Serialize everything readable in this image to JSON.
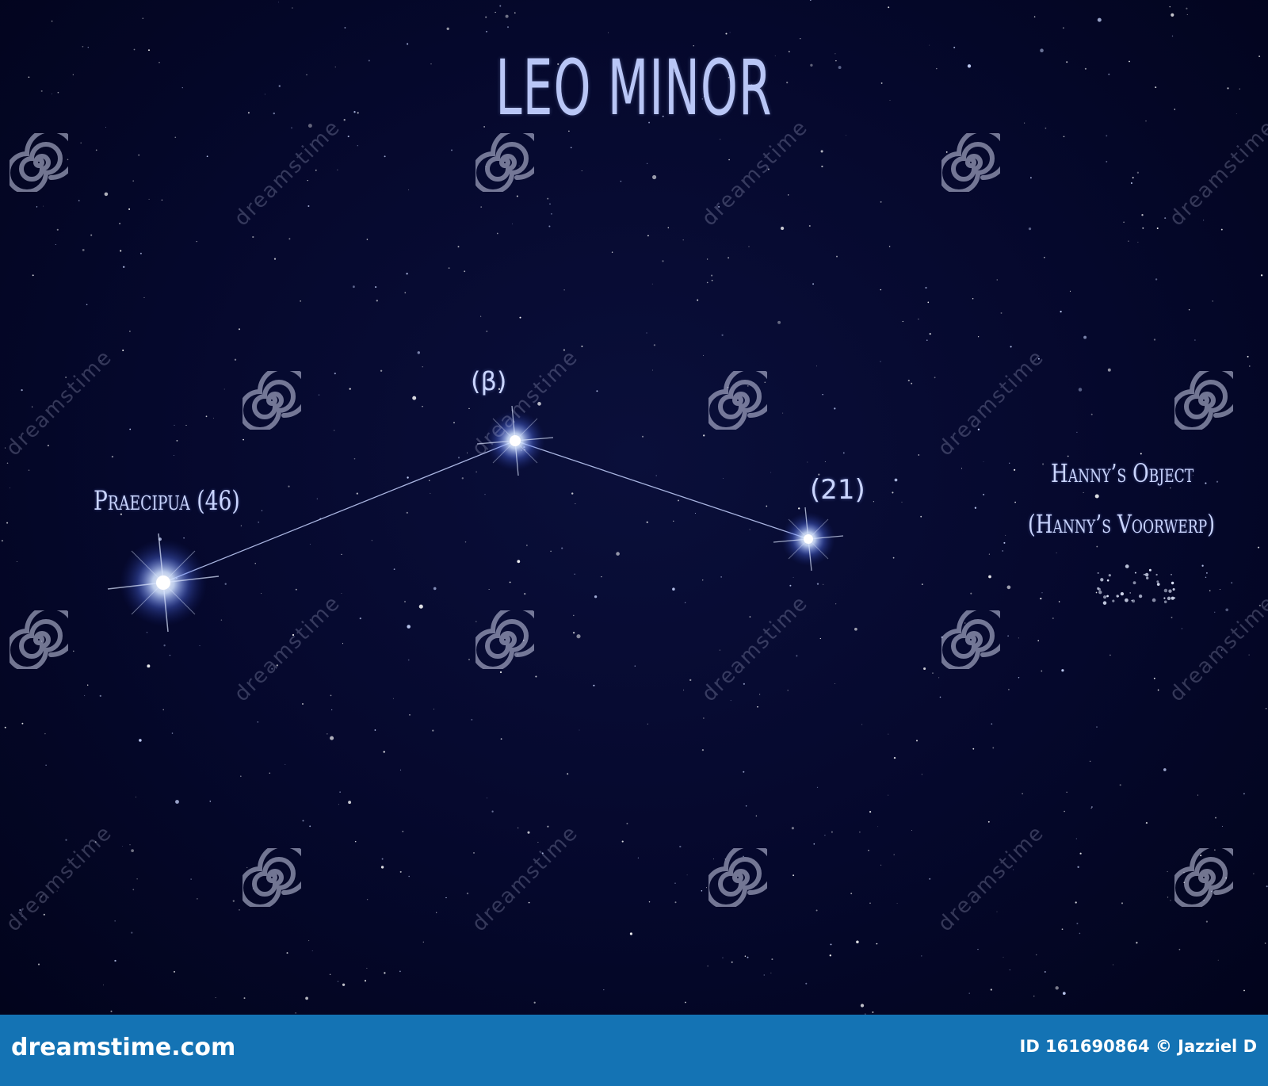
{
  "title": "LEO MINOR",
  "stars": {
    "praecipua": "Praecipua (46)",
    "beta": "(β)",
    "star21": "(21)"
  },
  "hannys_object": {
    "line1": "Hanny’s Object",
    "line2": "(Hanny’s Voorwerp)"
  },
  "watermark": {
    "text": "dreamstime",
    "icon": "spiral-icon"
  },
  "footer": {
    "brand": "dreamstime.com",
    "credit": "ID 161690864 © Jazziel D"
  },
  "colors": {
    "sky": "#030524",
    "label": "#cad5ff",
    "footer_bar": "#1473b4"
  }
}
